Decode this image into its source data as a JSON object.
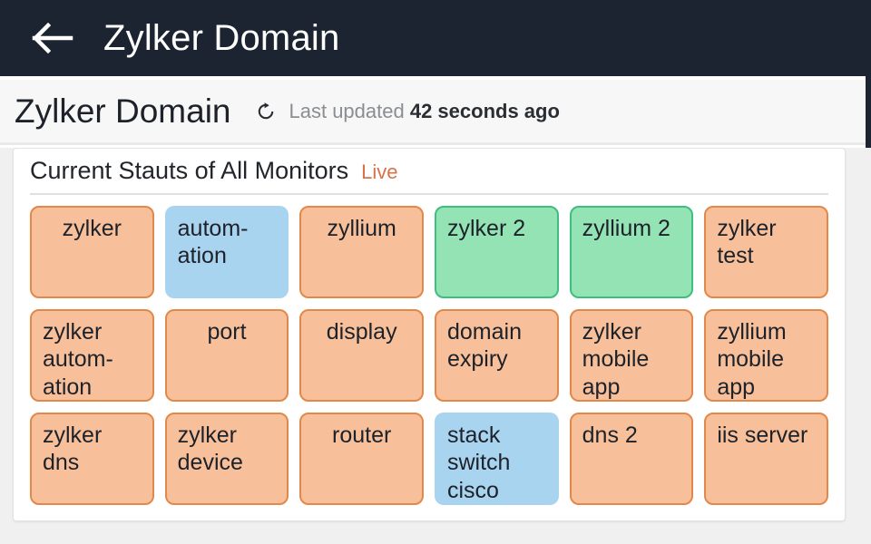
{
  "appbar": {
    "back_icon": "back-arrow-icon",
    "title": "Zylker Domain"
  },
  "subheader": {
    "title": "Zylker Domain",
    "refresh_icon": "refresh-icon",
    "updated_prefix": "Last updated ",
    "updated_value": "42 seconds ago"
  },
  "card": {
    "title": "Current Stauts of All Monitors",
    "live_label": "Live",
    "colors": {
      "down_fill": "#f8c09a",
      "down_border": "#e2884a",
      "up_fill": "#93e3b4",
      "up_border": "#3fbe7d",
      "suspended_fill": "#a9d4ef",
      "live_text": "#d9714a",
      "appbar_bg": "#1b2430"
    },
    "monitors": [
      {
        "label": "zylker",
        "status": "down"
      },
      {
        "label": "autom-ation",
        "status": "suspended"
      },
      {
        "label": "zyllium",
        "status": "down"
      },
      {
        "label": "zylker 2",
        "status": "up"
      },
      {
        "label": "zyllium 2",
        "status": "up"
      },
      {
        "label": "zylker test",
        "status": "down"
      },
      {
        "label": "zylker autom-ation",
        "status": "down"
      },
      {
        "label": "port",
        "status": "down"
      },
      {
        "label": "display",
        "status": "down"
      },
      {
        "label": "domain expiry",
        "status": "down"
      },
      {
        "label": "zylker mobile app",
        "status": "down"
      },
      {
        "label": "zyllium mobile app",
        "status": "down"
      },
      {
        "label": "zylker dns",
        "status": "down"
      },
      {
        "label": "zylker device",
        "status": "down"
      },
      {
        "label": "router",
        "status": "down"
      },
      {
        "label": "stack switch cisco",
        "status": "suspended"
      },
      {
        "label": "dns 2",
        "status": "down"
      },
      {
        "label": "iis server",
        "status": "down"
      }
    ]
  }
}
